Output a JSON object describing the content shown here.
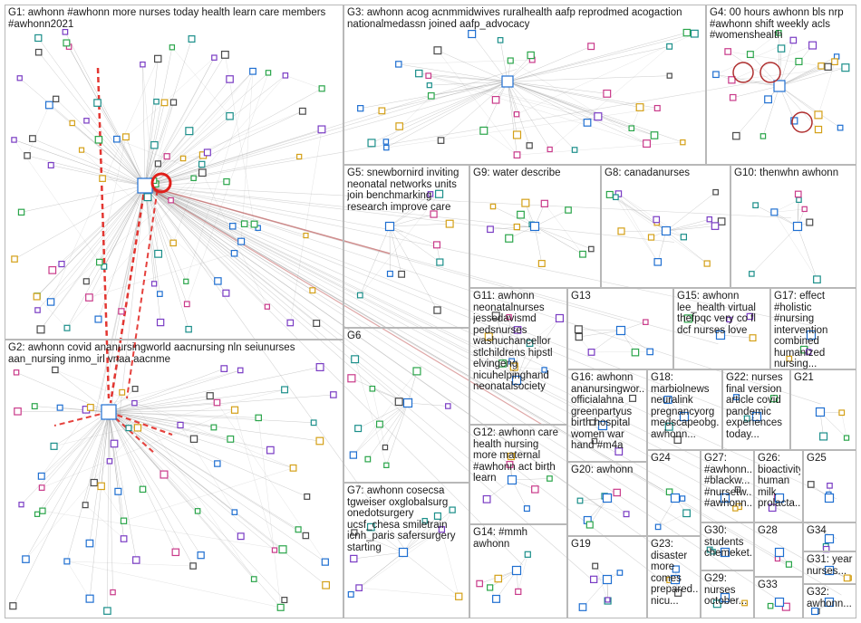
{
  "colors": {
    "background": "#ffffff",
    "border": "#b8b8b8",
    "edge": "#8a8a8a",
    "strong_edge": "#e0201b",
    "node_palette": [
      "#1f6fd1",
      "#2aa54a",
      "#7a3cc4",
      "#d4a017",
      "#1b8f8a",
      "#c93a8a",
      "#4a4a4a"
    ]
  },
  "groups": [
    {
      "id": "G1",
      "label": "G1: awhonn #awhonn more nurses today health learn care members #awhonn2021"
    },
    {
      "id": "G2",
      "label": "G2: awhonn covid ananursingworld aacnursing nln seiunurses aan_nursing inmo_irl vnaa aacnme"
    },
    {
      "id": "G3",
      "label": "G3: awhonn acog acnmmidwives ruralhealth aafp reprodmed acogaction nationalmedassn joined aafp_advocacy"
    },
    {
      "id": "G4",
      "label": "G4: 00 hours awhonn bls nrp #awhonn shift weekly acls #womenshealth"
    },
    {
      "id": "G5",
      "label": "G5: snewbornird inviting neonatal networks units join benchmarking research improve care"
    },
    {
      "id": "G6",
      "label": "G6"
    },
    {
      "id": "G7",
      "label": "G7: awhonn cosecsa tgweiser oxglobalsurg onedotsurgery ucsf_chesa smiletrain icnh_paris safersurgery starting"
    },
    {
      "id": "G8",
      "label": "G8: canadanurses"
    },
    {
      "id": "G9",
      "label": "G9: water describe"
    },
    {
      "id": "G10",
      "label": "G10: thenwhn awhonn"
    },
    {
      "id": "G11",
      "label": "G11: awhonn neonatalnurses jessedavismd pedsnurses washuchancellor stlchildrens hipstl elvingeng nicuhelpinghand neonatalsociety"
    },
    {
      "id": "G12",
      "label": "G12: awhonn care health nursing more maternal #awhonn act birth learn"
    },
    {
      "id": "G13",
      "label": "G13"
    },
    {
      "id": "G14",
      "label": "G14: #mmh awhonn"
    },
    {
      "id": "G15",
      "label": "G15: awhonn lee_health virtual thefpqc very co fl dcf nurses love"
    },
    {
      "id": "G16",
      "label": "G16: awhonn ananursingwor... officialahna greenpartyus birth hospital women war hand #m4a"
    },
    {
      "id": "G17",
      "label": "G17: effect #holistic #nursing intervention combined humanized nursing..."
    },
    {
      "id": "G18",
      "label": "G18: marbiolnews neuralink pregnancyorg medscapeobg... awhonn..."
    },
    {
      "id": "G19",
      "label": "G19"
    },
    {
      "id": "G20",
      "label": "G20: awhonn"
    },
    {
      "id": "G21",
      "label": "G21"
    },
    {
      "id": "G22",
      "label": "G22: nurses final version article covid pandemic experiences today..."
    },
    {
      "id": "G23",
      "label": "G23: disaster more comes prepared... nicu..."
    },
    {
      "id": "G24",
      "label": "G24"
    },
    {
      "id": "G25",
      "label": "G25"
    },
    {
      "id": "G26",
      "label": "G26: bioactivity human milk prolacta..."
    },
    {
      "id": "G27",
      "label": "G27: #awhonn... #blackw... #nursetw... #awhonn..."
    },
    {
      "id": "G28",
      "label": "G28"
    },
    {
      "id": "G29",
      "label": "G29: nurses october..."
    },
    {
      "id": "G30",
      "label": "G30: students chemeket..."
    },
    {
      "id": "G31",
      "label": "G31: year nurses..."
    },
    {
      "id": "G32",
      "label": "G32: awhonn..."
    },
    {
      "id": "G33",
      "label": "G33"
    },
    {
      "id": "G34",
      "label": "G34"
    }
  ]
}
